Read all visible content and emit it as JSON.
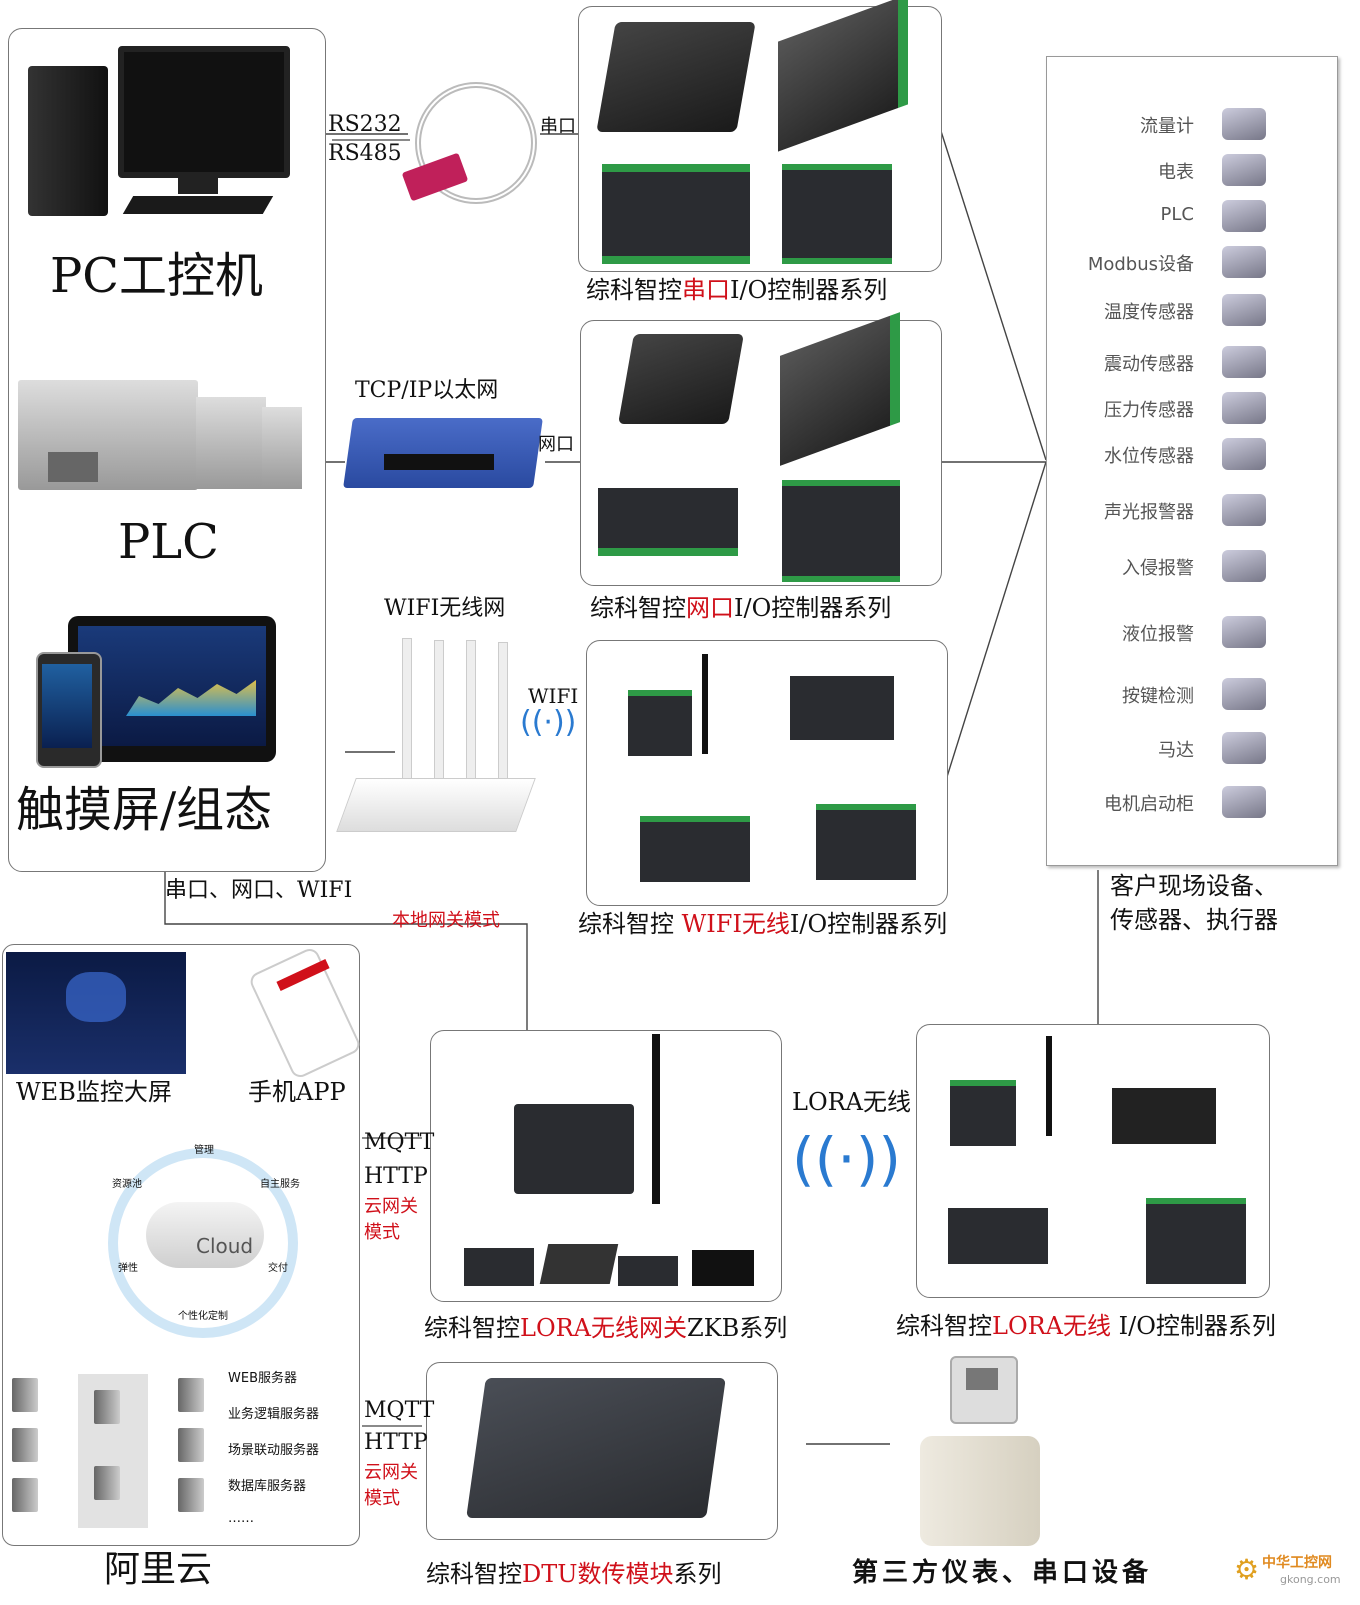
{
  "left_panel": {
    "pc_label": "PC工控机",
    "plc_label": "PLC",
    "touch_label": "触摸屏/组态"
  },
  "links": {
    "rs232": "RS232",
    "rs485": "RS485",
    "serial_port": "串口",
    "tcpip": "TCP/IP以太网",
    "net_port": "网口",
    "wifi_net": "WIFI无线网",
    "wifi": "WIFI",
    "bottom_link": "串口、网口、WIFI",
    "local_gateway": "本地网关模式",
    "lora_wireless": "LORA无线",
    "mqtt1": "MQTT",
    "http1": "HTTP",
    "cloud_gw1_a": "云网关",
    "cloud_gw1_b": "模式",
    "mqtt2": "MQTT",
    "http2": "HTTP",
    "cloud_gw2_a": "云网关",
    "cloud_gw2_b": "模式"
  },
  "series": {
    "serial": {
      "pre": "综科智控",
      "hl": "串口",
      "post": "I/O控制器系列"
    },
    "ethernet": {
      "pre": "综科智控",
      "hl": "网口",
      "post": "I/O控制器系列"
    },
    "wifi": {
      "pre": "综科智控 ",
      "hl": "WIFI无线",
      "post": "I/O控制器系列"
    },
    "lora_gw": {
      "pre": "综科智控",
      "hl": "LORA无线网关",
      "post": "ZKB系列"
    },
    "lora_io": {
      "pre": "综科智控",
      "hl": "LORA无线 ",
      "post": "I/O控制器系列"
    },
    "dtu": {
      "pre": "综科智控",
      "hl": "DTU数传模块",
      "post": "系列"
    }
  },
  "field_devices": {
    "items": [
      "流量计",
      "电表",
      "PLC",
      "Modbus设备",
      "温度传感器",
      "震动传感器",
      "压力传感器",
      "水位传感器",
      "声光报警器",
      "入侵报警",
      "液位报警",
      "按键检测",
      "马达",
      "电机启动柜"
    ],
    "caption_1": "客户现场设备、",
    "caption_2": "传感器、执行器"
  },
  "cloud": {
    "web_screen": "WEB监控大屏",
    "mobile_app": "手机APP",
    "ring_mgmt": "管理",
    "ring_pool": "资源池",
    "ring_self": "自主服务",
    "ring_elastic": "弹性",
    "ring_deliver": "交付",
    "ring_custom": "个性化定制",
    "cloud_word": "Cloud",
    "servers": [
      "WEB服务器",
      "业务逻辑服务器",
      "场景联动服务器",
      "数据库服务器",
      "……"
    ],
    "aliyun": "阿里云"
  },
  "third_party": "第三方仪表、串口设备",
  "watermark": {
    "name": "中华工控网",
    "url": "gkong.com"
  },
  "colors": {
    "accent_red": "#d0101a",
    "device_green": "#2e9a46",
    "device_dark": "#2a2c30"
  }
}
